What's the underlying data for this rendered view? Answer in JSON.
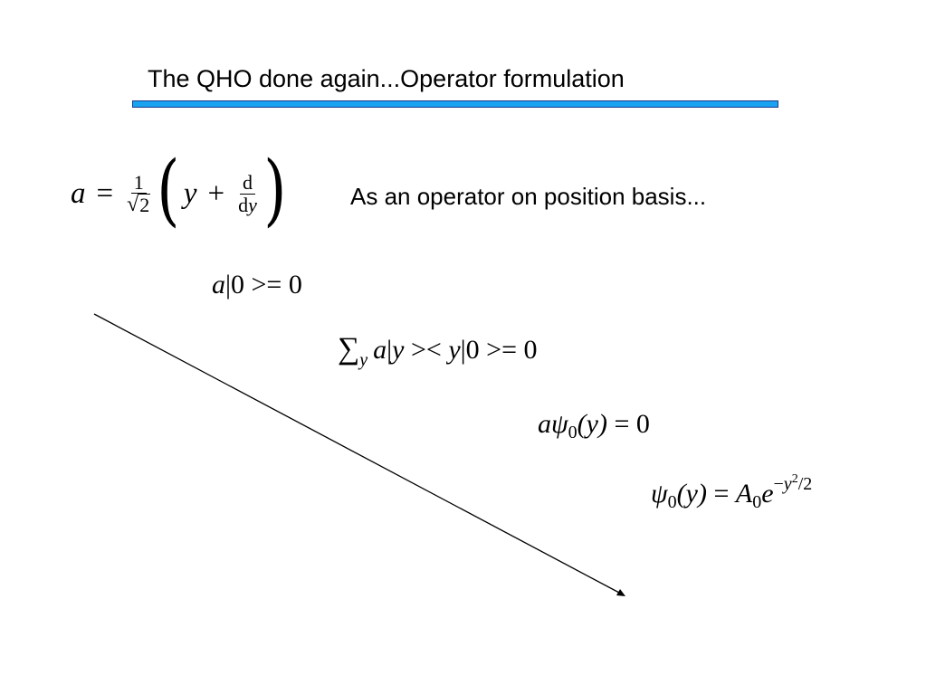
{
  "slide": {
    "title": "The QHO done again...Operator formulation",
    "note": "As an operator on position basis...",
    "colors": {
      "title_bar_fill": "#1aa3f0",
      "title_bar_border": "#1a3b8c",
      "text": "#000000"
    }
  },
  "eq1": {
    "lhs": "a",
    "eq": "=",
    "frac_num": "1",
    "sqrt_sign": "√",
    "sqrt_arg": "2",
    "lparen": "(",
    "var": "y",
    "plus": "+",
    "d_num": "d",
    "d_den": "d",
    "d_var": "y",
    "rparen": ")"
  },
  "eq2": {
    "a": "a",
    "ket": "|0 >= 0"
  },
  "eq3": {
    "sum": "∑",
    "sub": "y",
    "a": "a",
    "bar1": "|",
    "y1": "y",
    "mid": " >< ",
    "y2": "y",
    "rest": "|0 >= 0"
  },
  "eq4": {
    "a": "a",
    "psi": "ψ",
    "sub": "0",
    "arg": "(y)",
    "rest": " = 0"
  },
  "eq5": {
    "psi": "ψ",
    "sub": "0",
    "arg": "(y)",
    "eq": " = ",
    "A": "A",
    "A_sub": "0",
    "e": "e",
    "exp_minus": "−",
    "exp_y": "y",
    "exp_pow": "2",
    "exp_rest": "/2"
  },
  "arrow_icon": "arrow-line-icon"
}
